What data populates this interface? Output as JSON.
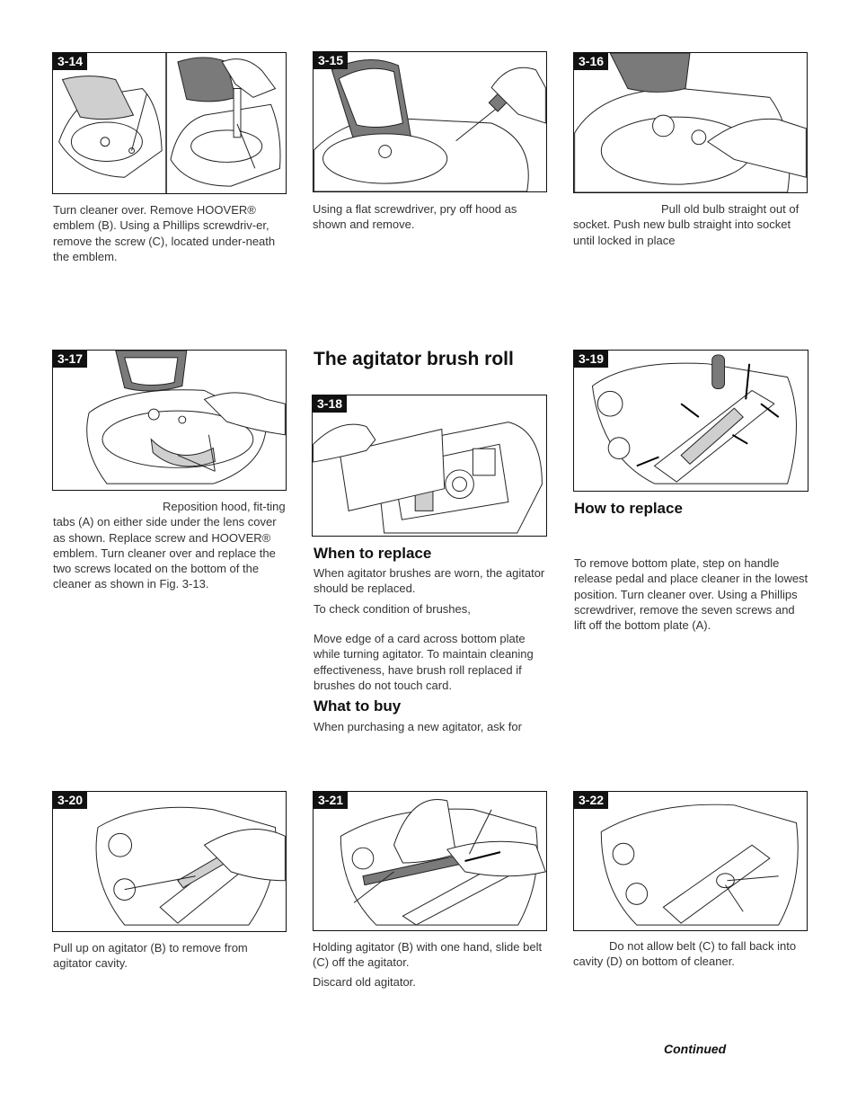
{
  "figures": [
    {
      "id": "3-14"
    },
    {
      "id": "3-15"
    },
    {
      "id": "3-16"
    },
    {
      "id": "3-17"
    },
    {
      "id": "3-18"
    },
    {
      "id": "3-19"
    },
    {
      "id": "3-20"
    },
    {
      "id": "3-21"
    },
    {
      "id": "3-22"
    }
  ],
  "captions": {
    "c14": "Turn cleaner over. Remove HOOVER® emblem (B). Using a Phillips screwdriv-er, remove the screw (C), located under-neath the emblem.",
    "c15": "Using a flat screwdriver, pry off hood as shown and remove.",
    "c16": "Pull old bulb straight out of socket.  Push new bulb straight into socket until locked in place",
    "c17": "Reposition hood, fit-ting tabs (A) on either side under the lens cover as shown. Replace screw and HOOVER® emblem. Turn cleaner over and replace the two screws located on the bottom of the cleaner as shown in Fig. 3-13.",
    "c19": "To remove bottom plate, step on handle release pedal and place cleaner in the lowest position. Turn cleaner over. Using a Phillips screwdriver, remove the seven screws and lift off the bottom plate (A).",
    "c20": "Pull up on agitator (B) to remove from agitator cavity.",
    "c21a": "Holding agitator (B) with one hand, slide belt (C) off the agitator.",
    "c21b": "Discard old agitator.",
    "c22": "Do not allow belt (C) to fall back into cavity (D) on bottom of cleaner."
  },
  "section": {
    "title": "The agitator brush roll",
    "when_heading": "When to replace",
    "when_text": "When agitator brushes are worn, the agitator should be replaced.",
    "check_text": "To check condition of brushes,",
    "move_text": "Move edge of a card across bottom plate while turning agitator. To maintain cleaning effectiveness, have brush roll replaced if brushes do not touch card.",
    "buy_heading": "What to buy",
    "buy_text": "When purchasing a new agitator, ask for",
    "how_heading": "How to replace"
  },
  "footer": {
    "continued": "Continued"
  }
}
